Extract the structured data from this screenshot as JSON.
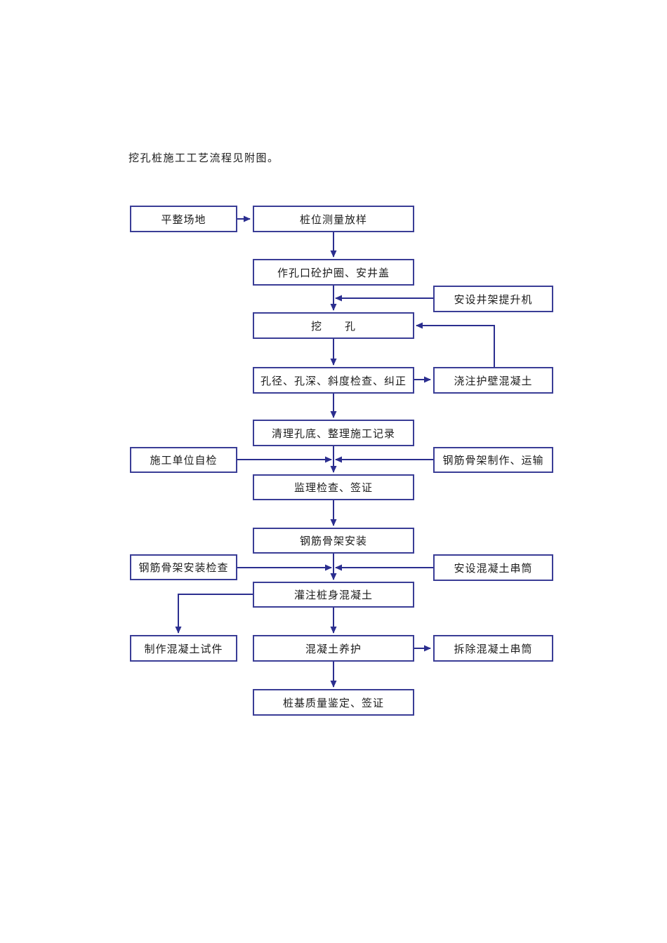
{
  "intro_text": "挖孔桩施工工艺流程见附图。",
  "colors": {
    "line": "#2b2e8f",
    "border": "#3a3d96",
    "text": "#1c1c1c",
    "background": "#ffffff"
  },
  "flowchart": {
    "nodes": [
      {
        "id": "level-site",
        "label": "平整场地"
      },
      {
        "id": "survey-layout",
        "label": "桩位测量放样"
      },
      {
        "id": "collar",
        "label": "作孔口砼护圈、安井盖"
      },
      {
        "id": "hoist",
        "label": "安设井架提升机"
      },
      {
        "id": "dig",
        "label": "挖　　孔"
      },
      {
        "id": "hole-check",
        "label": "孔径、孔深、斜度检查、纠正"
      },
      {
        "id": "wall-lining",
        "label": "浇注护壁混凝土"
      },
      {
        "id": "clean-bottom",
        "label": "清理孔底、整理施工记录"
      },
      {
        "id": "self-check",
        "label": "施工单位自检"
      },
      {
        "id": "cage-make",
        "label": "钢筋骨架制作、运输"
      },
      {
        "id": "supervisor",
        "label": "监理检查、签证"
      },
      {
        "id": "cage-install",
        "label": "钢筋骨架安装"
      },
      {
        "id": "cage-check",
        "label": "钢筋骨架安装检查"
      },
      {
        "id": "chute-install",
        "label": "安设混凝土串筒"
      },
      {
        "id": "pour-pile",
        "label": "灌注桩身混凝土"
      },
      {
        "id": "specimen",
        "label": "制作混凝土试件"
      },
      {
        "id": "curing",
        "label": "混凝土养护"
      },
      {
        "id": "chute-remove",
        "label": "拆除混凝土串筒"
      },
      {
        "id": "acceptance",
        "label": "桩基质量鉴定、签证"
      }
    ],
    "edges": [
      {
        "from": "level-site",
        "to": "survey-layout"
      },
      {
        "from": "survey-layout",
        "to": "collar"
      },
      {
        "from": "collar",
        "to": "dig"
      },
      {
        "from": "hoist",
        "to": "dig"
      },
      {
        "from": "dig",
        "to": "hole-check"
      },
      {
        "from": "hole-check",
        "to": "wall-lining"
      },
      {
        "from": "wall-lining",
        "to": "dig"
      },
      {
        "from": "hole-check",
        "to": "clean-bottom"
      },
      {
        "from": "clean-bottom",
        "to": "supervisor"
      },
      {
        "from": "self-check",
        "to": "supervisor"
      },
      {
        "from": "cage-make",
        "to": "supervisor"
      },
      {
        "from": "supervisor",
        "to": "cage-install"
      },
      {
        "from": "cage-install",
        "to": "pour-pile"
      },
      {
        "from": "cage-check",
        "to": "pour-pile"
      },
      {
        "from": "chute-install",
        "to": "pour-pile"
      },
      {
        "from": "pour-pile",
        "to": "specimen"
      },
      {
        "from": "pour-pile",
        "to": "curing"
      },
      {
        "from": "curing",
        "to": "chute-remove"
      },
      {
        "from": "curing",
        "to": "acceptance"
      }
    ]
  }
}
